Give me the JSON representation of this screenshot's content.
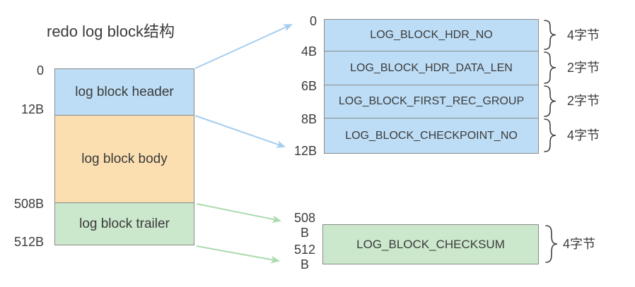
{
  "title": "redo log block结构",
  "colors": {
    "blue_fill": "#BDDDF6",
    "orange_fill": "#FBDFB1",
    "green_fill": "#CBE7CC",
    "border": "#8A8A8A",
    "arrow_blue": "#A6CDEE",
    "arrow_green": "#ABDBAE",
    "brace": "#404040",
    "text": "#3B3B3B"
  },
  "left_block": {
    "offset_labels": [
      "0",
      "12B",
      "508B",
      "512B"
    ],
    "sections": [
      {
        "label": "log block header",
        "start_offset": "0",
        "end_offset": "12B"
      },
      {
        "label": "log block body",
        "start_offset": "12B",
        "end_offset": "508B"
      },
      {
        "label": "log block trailer",
        "start_offset": "508B",
        "end_offset": "512B"
      }
    ]
  },
  "header_detail": {
    "offset_labels": [
      "0",
      "4B",
      "6B",
      "8B",
      "12B"
    ],
    "rows": [
      {
        "label": "LOG_BLOCK_HDR_NO",
        "size": "4字节"
      },
      {
        "label": "LOG_BLOCK_HDR_DATA_LEN",
        "size": "2字节"
      },
      {
        "label": "LOG_BLOCK_FIRST_REC_GROUP",
        "size": "2字节"
      },
      {
        "label": "LOG_BLOCK_CHECKPOINT_NO",
        "size": "4字节"
      }
    ]
  },
  "trailer_detail": {
    "offset_labels": [
      "508\nB",
      "512\nB"
    ],
    "row": {
      "label": "LOG_BLOCK_CHECKSUM",
      "size": "4字节"
    }
  }
}
